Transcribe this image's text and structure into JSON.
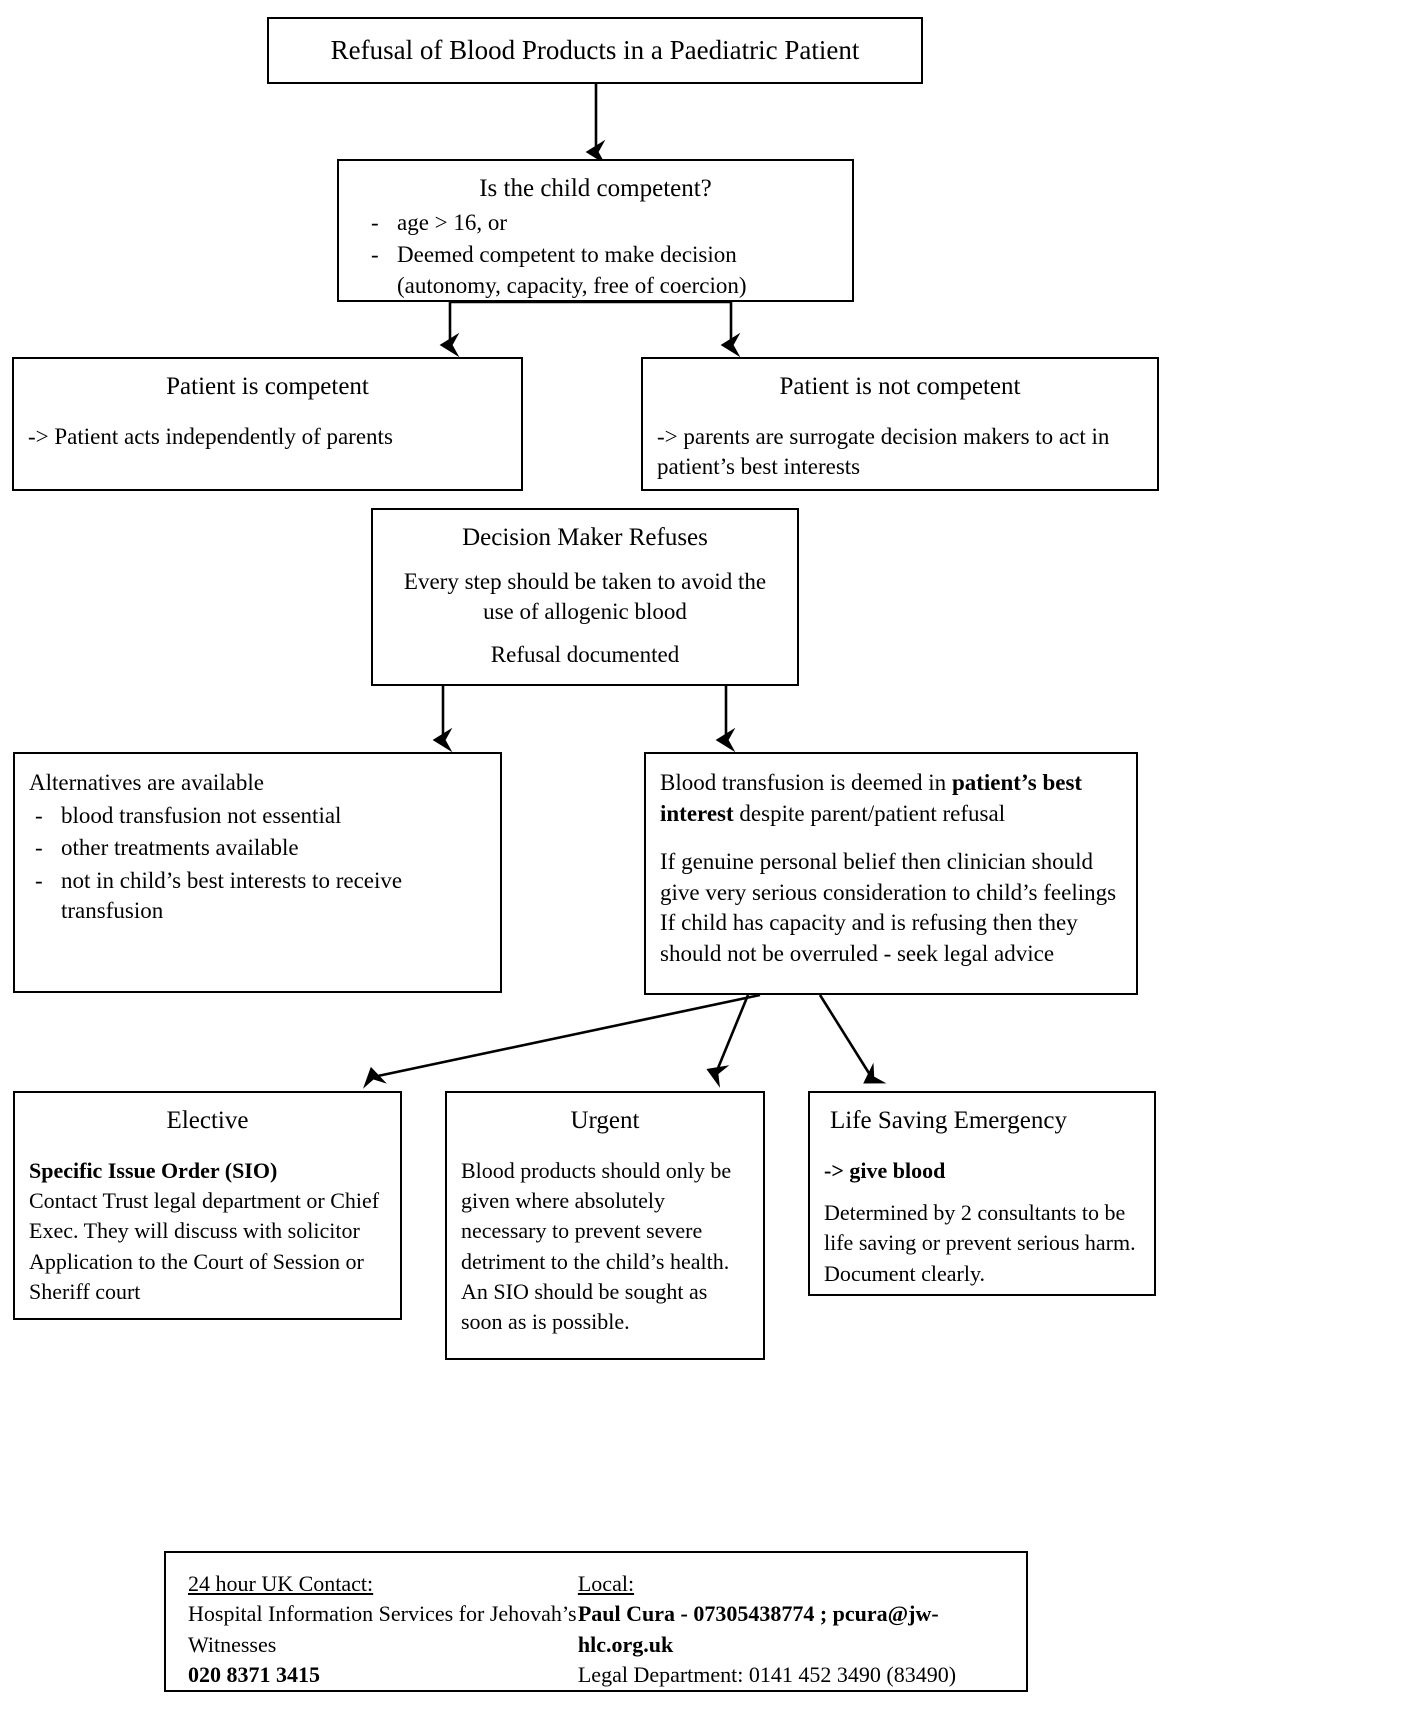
{
  "chart_data": {
    "type": "diagram",
    "title": "Refusal of Blood Products in a Paediatric Patient",
    "orientation": "top-down flowchart"
  },
  "nodes": {
    "title": {
      "text": "Refusal of Blood Products in a Paediatric Patient"
    },
    "competency": {
      "heading": "Is the child competent?",
      "bullets": [
        "age > 16, or",
        "Deemed competent to make decision (autonomy, capacity, free of coercion)"
      ],
      "bullet_marker": "-"
    },
    "competent": {
      "heading": "Patient is competent",
      "body": "-> Patient acts independently of parents"
    },
    "not_competent": {
      "heading": "Patient is not competent",
      "body": "-> parents are surrogate decision makers to act in patient’s best interests"
    },
    "refuses": {
      "heading": "Decision Maker Refuses",
      "body1": "Every step should be taken to avoid the use of allogenic blood",
      "body2": "Refusal documented"
    },
    "alternatives": {
      "heading": "Alternatives are available",
      "bullets": [
        "blood transfusion not essential",
        "other treatments available",
        "not in child’s best interests to receive transfusion"
      ],
      "bullet_marker": "-"
    },
    "best_interest": {
      "line1_pre": "Blood transfusion is deemed in ",
      "line1_bold": "patient’s best interest",
      "line1_post": " despite parent/patient refusal",
      "body": "If genuine personal belief then clinician should give very serious consideration to child’s feelings If child has capacity and is refusing then they should not be overruled - seek legal advice"
    },
    "elective": {
      "heading": "Elective",
      "bold_lead": "Specific Issue Order (SIO)",
      "body": "Contact Trust legal department or Chief Exec. They will discuss with solicitor Application to the Court of Session or Sheriff court"
    },
    "urgent": {
      "heading": "Urgent",
      "body": "Blood products should only be given where absolutely necessary to prevent severe detriment to the child’s health. An SIO should be sought as soon as is possible."
    },
    "emergency": {
      "heading": "Life Saving Emergency",
      "bold_lead": "-> give blood",
      "body": "Determined by 2 consultants to be life saving or prevent serious harm. Document clearly."
    },
    "contacts": {
      "uk_label": "24 hour UK Contact:",
      "uk_org": "Hospital Information Services for Jehovah’s Witnesses",
      "uk_phone": "020 8371 3415",
      "local_label": "Local:",
      "local_person": "Paul Cura - 07305438774 ; pcura@jw-hlc.org.uk",
      "local_legal": "Legal Department: 0141 452 3490 (83490)"
    }
  },
  "colors": {
    "border": "#000000",
    "text": "#000000",
    "background": "#ffffff"
  }
}
